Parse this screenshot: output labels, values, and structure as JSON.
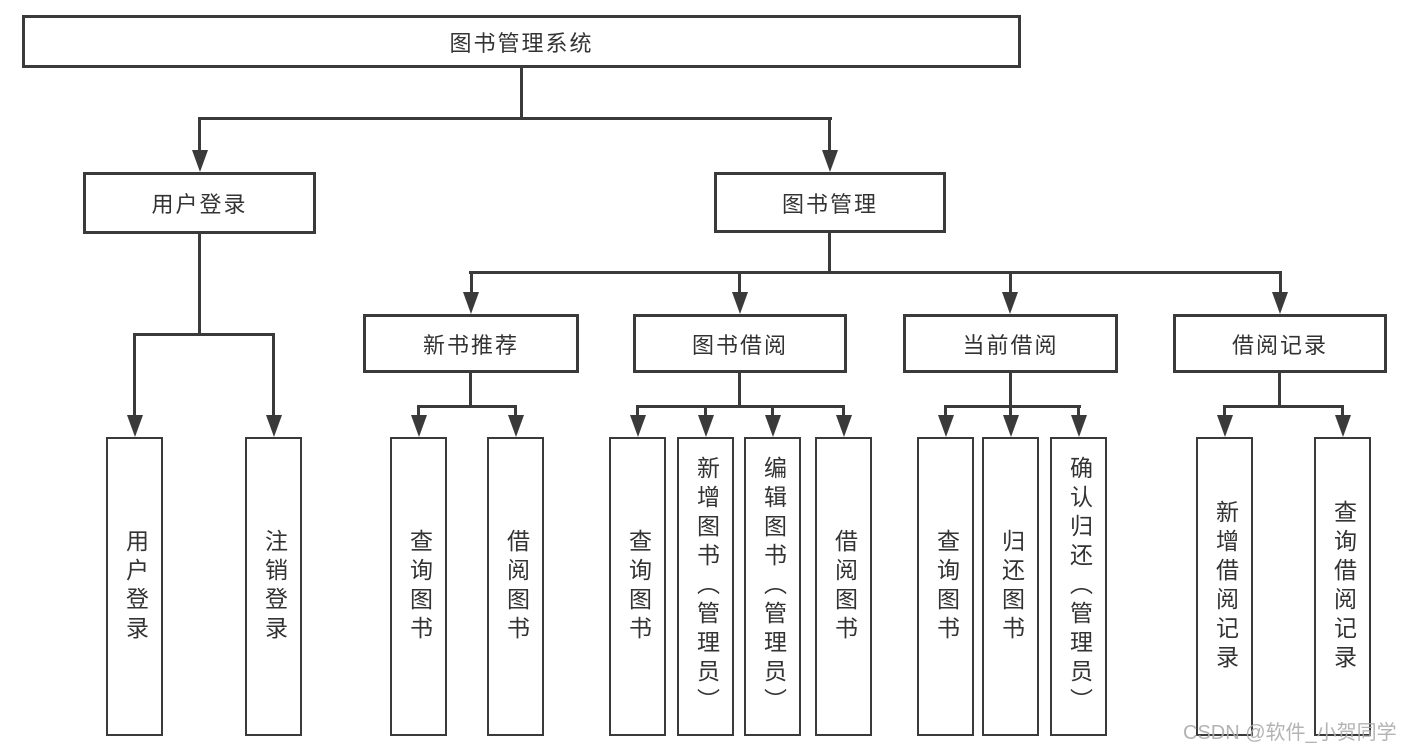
{
  "nodes": {
    "root": "图书管理系统",
    "user_login": "用户登录",
    "book_mgmt": "图书管理",
    "new_books": "新书推荐",
    "book_borrow": "图书借阅",
    "current_borrow": "当前借阅",
    "borrow_records": "借阅记录",
    "leaf_user_login": "用户登录",
    "leaf_logout": "注销登录",
    "leaf_nb_query": "查询图书",
    "leaf_nb_borrow": "借阅图书",
    "leaf_bb_query": "查询图书",
    "leaf_bb_add": "新增图书（管理员）",
    "leaf_bb_edit": "编辑图书（管理员）",
    "leaf_bb_borrow": "借阅图书",
    "leaf_cb_query": "查询图书",
    "leaf_cb_return": "归还图书",
    "leaf_cb_confirm": "确认归还（管理员）",
    "leaf_br_add": "新增借阅记录",
    "leaf_br_query": "查询借阅记录"
  },
  "watermark": "CSDN @软件_小贺同学"
}
